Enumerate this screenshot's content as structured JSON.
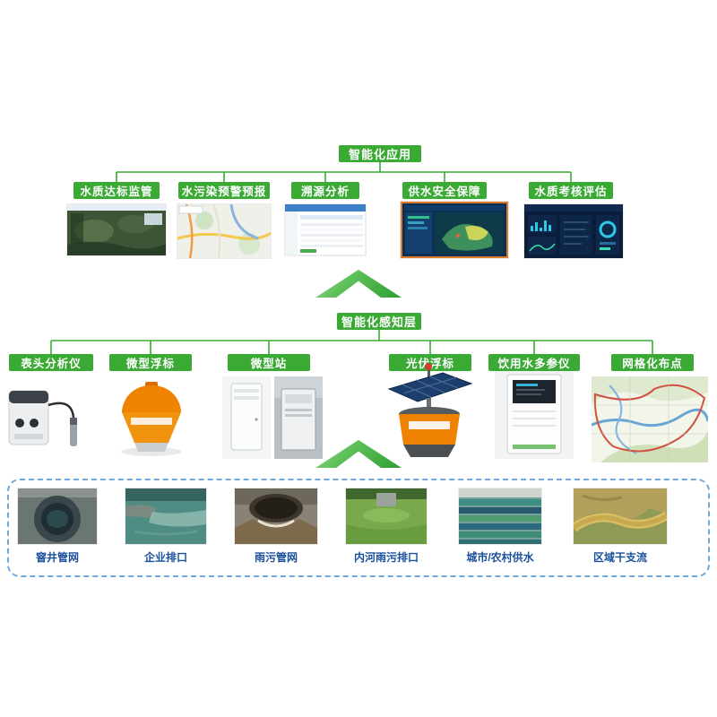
{
  "colors": {
    "layer_green": "#3aaa35",
    "source_label_blue": "#1a4f9c",
    "dashed_border_blue": "#6fa8dc",
    "buoy_orange": "#ef8200"
  },
  "app_layer": {
    "title": "智能化应用",
    "items": [
      {
        "label": "水质达标监管",
        "image": "satellite-map-screenshot"
      },
      {
        "label": "水污染预警预报",
        "image": "city-map-screenshot"
      },
      {
        "label": "溯源分析",
        "image": "data-table-screenshot"
      },
      {
        "label": "供水安全保障",
        "image": "water-supply-dashboard-screenshot"
      },
      {
        "label": "水质考核评估",
        "image": "assessment-dashboard-screenshot"
      }
    ]
  },
  "perception_layer": {
    "title": "智能化感知层",
    "items": [
      {
        "label": "表头分析仪",
        "image": "analyzer-device-photo"
      },
      {
        "label": "微型浮标",
        "image": "micro-buoy-photo"
      },
      {
        "label": "微型站",
        "image": "micro-station-photo"
      },
      {
        "label": "光伏浮标",
        "image": "solar-buoy-photo"
      },
      {
        "label": "饮用水多参仪",
        "image": "multiparameter-instrument-photo"
      },
      {
        "label": "网格化布点",
        "image": "grid-map-image"
      }
    ]
  },
  "source_layer": {
    "items": [
      {
        "label": "窨井管网"
      },
      {
        "label": "企业排口"
      },
      {
        "label": "雨污管网"
      },
      {
        "label": "内河雨污排口"
      },
      {
        "label": "城市/农村供水"
      },
      {
        "label": "区域干支流"
      }
    ]
  }
}
